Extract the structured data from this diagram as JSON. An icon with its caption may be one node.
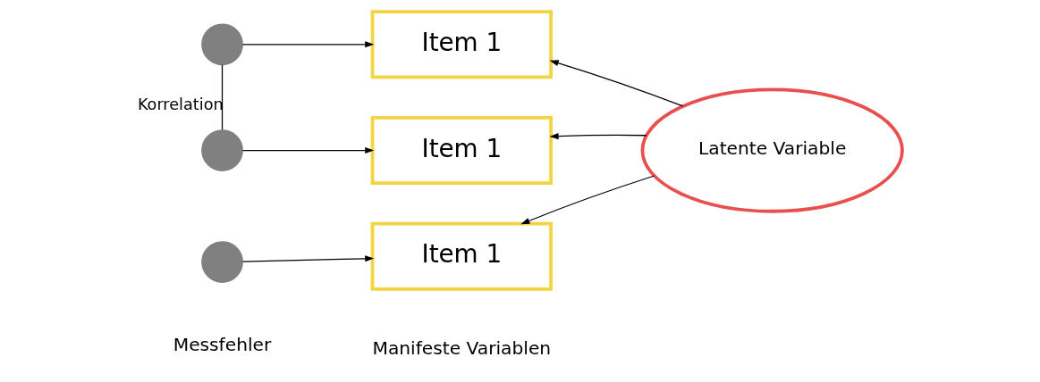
{
  "diagram": {
    "nodes": [
      {
        "text": [],
        "shape": "circle"
      },
      {
        "text": [
          "Item 1"
        ]
      },
      {
        "text": [],
        "shape": "circle"
      },
      {
        "text": [
          "Item 1"
        ]
      },
      {
        "text": [],
        "shape": "circle"
      },
      {
        "text": [
          "Item 1"
        ]
      },
      {
        "text": [
          "Latente Variable"
        ]
      }
    ],
    "edges": [
      {
        "from": 0,
        "to": 1,
        "arrow": "to"
      },
      {
        "from": 2,
        "to": 3,
        "arrow": "to"
      },
      {
        "from": 4,
        "to": 5,
        "arrow": "to"
      },
      {
        "from": 6,
        "to": 1,
        "arrow": "to"
      },
      {
        "from": 6,
        "to": 3,
        "arrow": "to"
      },
      {
        "from": 6,
        "to": 5,
        "arrow": "to"
      },
      {
        "from": 0,
        "to": 2,
        "arrow": "none",
        "label": "Korrelation"
      }
    ],
    "labels": [
      "Messfehler",
      "Manifeste Variablen"
    ]
  }
}
